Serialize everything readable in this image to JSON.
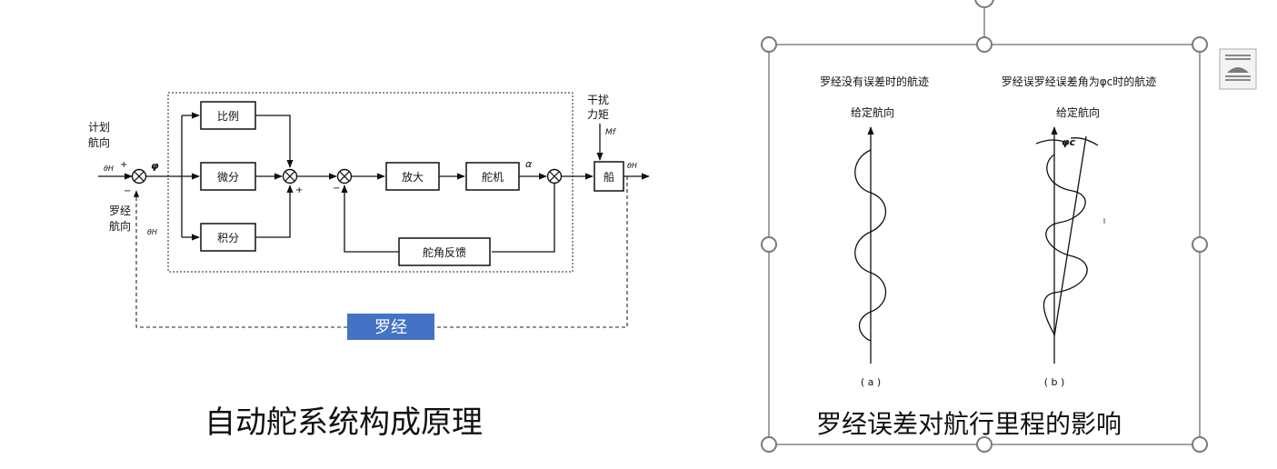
{
  "left_figure": {
    "caption": "自动舵系统构成原理",
    "inputs": {
      "plan_heading": [
        "计划",
        "航向"
      ],
      "compass_heading": [
        "罗经",
        "航向"
      ],
      "theta_in": "θH",
      "theta_fb": "θH",
      "theta_out": "θH",
      "phi": "φ",
      "alpha": "α",
      "plus": "+",
      "minus": "−"
    },
    "blocks": {
      "proportional": "比例",
      "differential": "微分",
      "integral": "积分",
      "amplifier": "放大",
      "steering_gear": "舵机",
      "rudder_feedback": "舵角反馈",
      "ship": "船"
    },
    "disturbance": [
      "干扰",
      "力矩"
    ],
    "disturbance_symbol": "Mf",
    "compass_tag": "罗经",
    "compass_tag_color": "#4472c4"
  },
  "right_figure": {
    "caption": "罗经误差对航行里程的影响",
    "title_a": "罗经没有误差时的航迹",
    "title_b": "罗经误罗经误差角为φc时的航迹",
    "given_heading_a": "给定航向",
    "given_heading_b": "给定航向",
    "phi_c": "φc",
    "label_a": "( a )",
    "label_b": "( b )"
  },
  "layout_options_icon": "wrap-text-icon"
}
